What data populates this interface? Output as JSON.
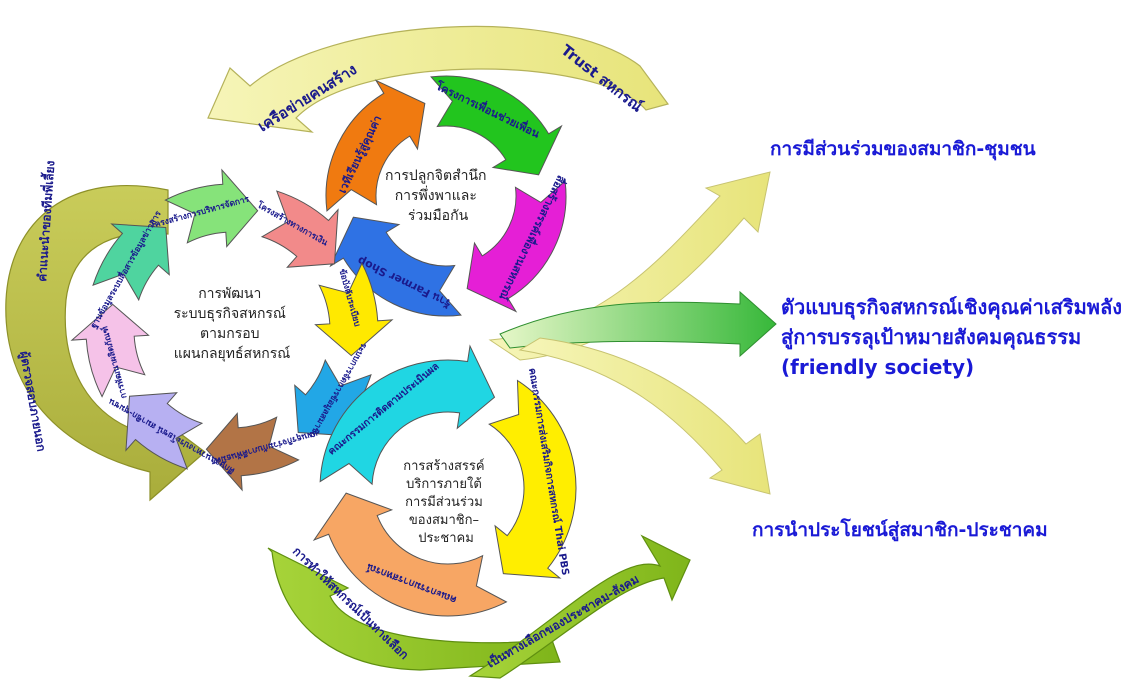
{
  "outer_arrows": {
    "top": [
      "เครือข่ายคนสร้าง",
      "Trust สหกรณ์"
    ],
    "left": [
      "คำแนะนำของทีมพี่เลี้ยง",
      "ผู้ตรวจสอบภายนอก"
    ],
    "bottom": [
      "การทำให้สหกรณ์เป็นทางเลือก",
      "เป็นทางเลือกของประชาคม-สังคม"
    ]
  },
  "cycle_top": {
    "center": [
      "การปลูกจิตสำนึก",
      "การพึ่งพาและ",
      "ร่วมมือกัน"
    ],
    "segments": [
      {
        "label": "เวทีเรียนรู้สู่คุณค่า",
        "color": "#f07a10"
      },
      {
        "label": "โครงการเพื่อนช่วยเพื่อน",
        "color": "#22c51e"
      },
      {
        "label": "สื่อสร้างสรรค์เพื่องานสหกรณ์",
        "color": "#e51fd6"
      },
      {
        "label": "ร้าน Farmer Shop",
        "color": "#2f72e4"
      }
    ]
  },
  "cycle_left": {
    "center": [
      "การพัฒนา",
      "ระบบธุรกิจสหกรณ์",
      "ตามกรอบ",
      "แผนกลยุทธ์สหกรณ์"
    ],
    "segments": [
      {
        "label": "โครงสร้างการบริหารจัดการ",
        "color": "#86e37a"
      },
      {
        "label": "โครงสร้างทางการเงิน",
        "color": "#f28a8a"
      },
      {
        "label": "ข้อบังคับระเบียบ",
        "color": "#ffe900"
      },
      {
        "label": "ระบบการจัดการข้อมูลสมาชิก",
        "color": "#22a7e6"
      },
      {
        "label": "แผนธุรกิจร่วมกับภาคีพันธมิตร",
        "color": "#b27446"
      },
      {
        "label": "ศึกษาแนวทางประโยชน์ สมาชิก-ชุมชน",
        "color": "#b7b0f2"
      },
      {
        "label": "การพัฒนาผลิตภัณฑ์",
        "color": "#f5c2e8"
      },
      {
        "label": "ฐานข้อมูลระบบสื่อสารข้อมูลข่าวสาร",
        "color": "#4fd49f"
      }
    ]
  },
  "cycle_bottom": {
    "center": [
      "การสร้างสรรค์",
      "บริการภายใต้",
      "การมีส่วนร่วม",
      "ของสมาชิก–",
      "ประชาคม"
    ],
    "segments": [
      {
        "label": "คณะกรรมการส่งเสริมกิจการสหกรณ์ Thai PBS",
        "color": "#ffee00"
      },
      {
        "label": "คณะกรรมการสหกรณ์",
        "color": "#f7a664"
      },
      {
        "label": "คณะกรรมการติดตามประเมินผล",
        "color": "#20d6e3"
      }
    ]
  },
  "outcomes": {
    "top": "การมีส่วนร่วมของสมาชิก-ชุมชน",
    "middle": [
      "ตัวแบบธุรกิจสหกรณ์เชิงคุณค่าเสริมพลัง",
      "สู่การบรรลุเป้าหมายสังคมคุณธรรม",
      "(friendly society)"
    ],
    "bottom": "การนำประโยชน์สู่สมาชิก-ประชาคม"
  },
  "colors": {
    "outer_yellow": "#f3f2a0",
    "outer_olive": "#bcbf4e",
    "outer_green": "#8fc31f",
    "outcome_text": "#1a1ad6",
    "label_text": "#1a1a8c"
  }
}
